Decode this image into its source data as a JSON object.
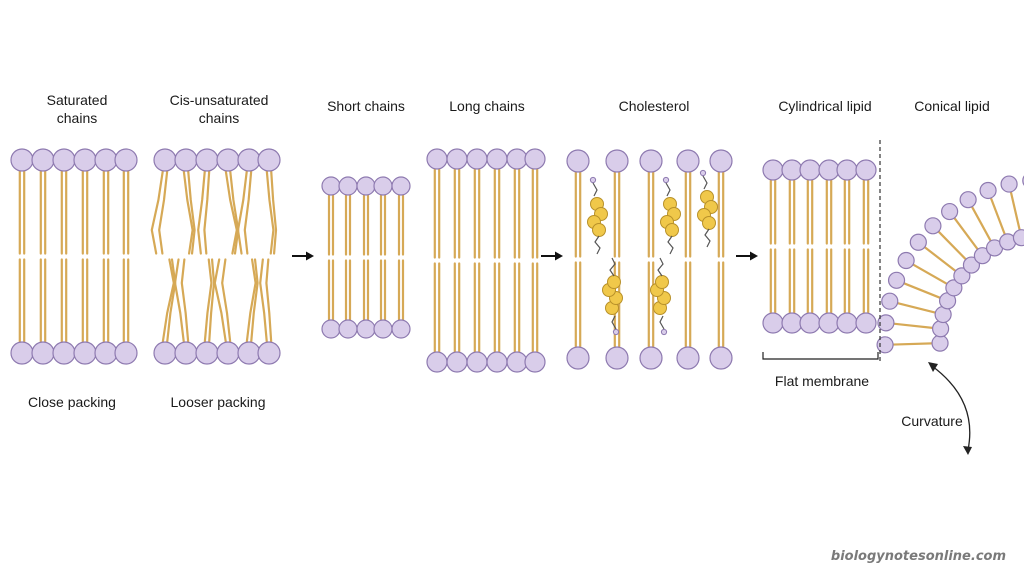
{
  "panels": [
    {
      "title": "Saturated chains",
      "subtitle": "Close packing"
    },
    {
      "title": "Cis-unsaturated chains",
      "subtitle": "Looser packing"
    },
    {
      "title": "Short chains"
    },
    {
      "title": "Long chains"
    },
    {
      "title": "Cholesterol"
    },
    {
      "title": "Cylindrical lipid",
      "subtitle": "Flat membrane"
    },
    {
      "title": "Conical lipid",
      "subtitle": "Curvature"
    }
  ],
  "watermark": "biologynotesonline.com",
  "colors": {
    "head_fill": "#d9cdea",
    "head_stroke": "#8e7ab0",
    "tail": "#d6a956",
    "tail_dark": "#b88a36",
    "cholesterol": "#f0c84a",
    "cholesterol_stroke": "#b8912a",
    "arrow": "#111111"
  }
}
